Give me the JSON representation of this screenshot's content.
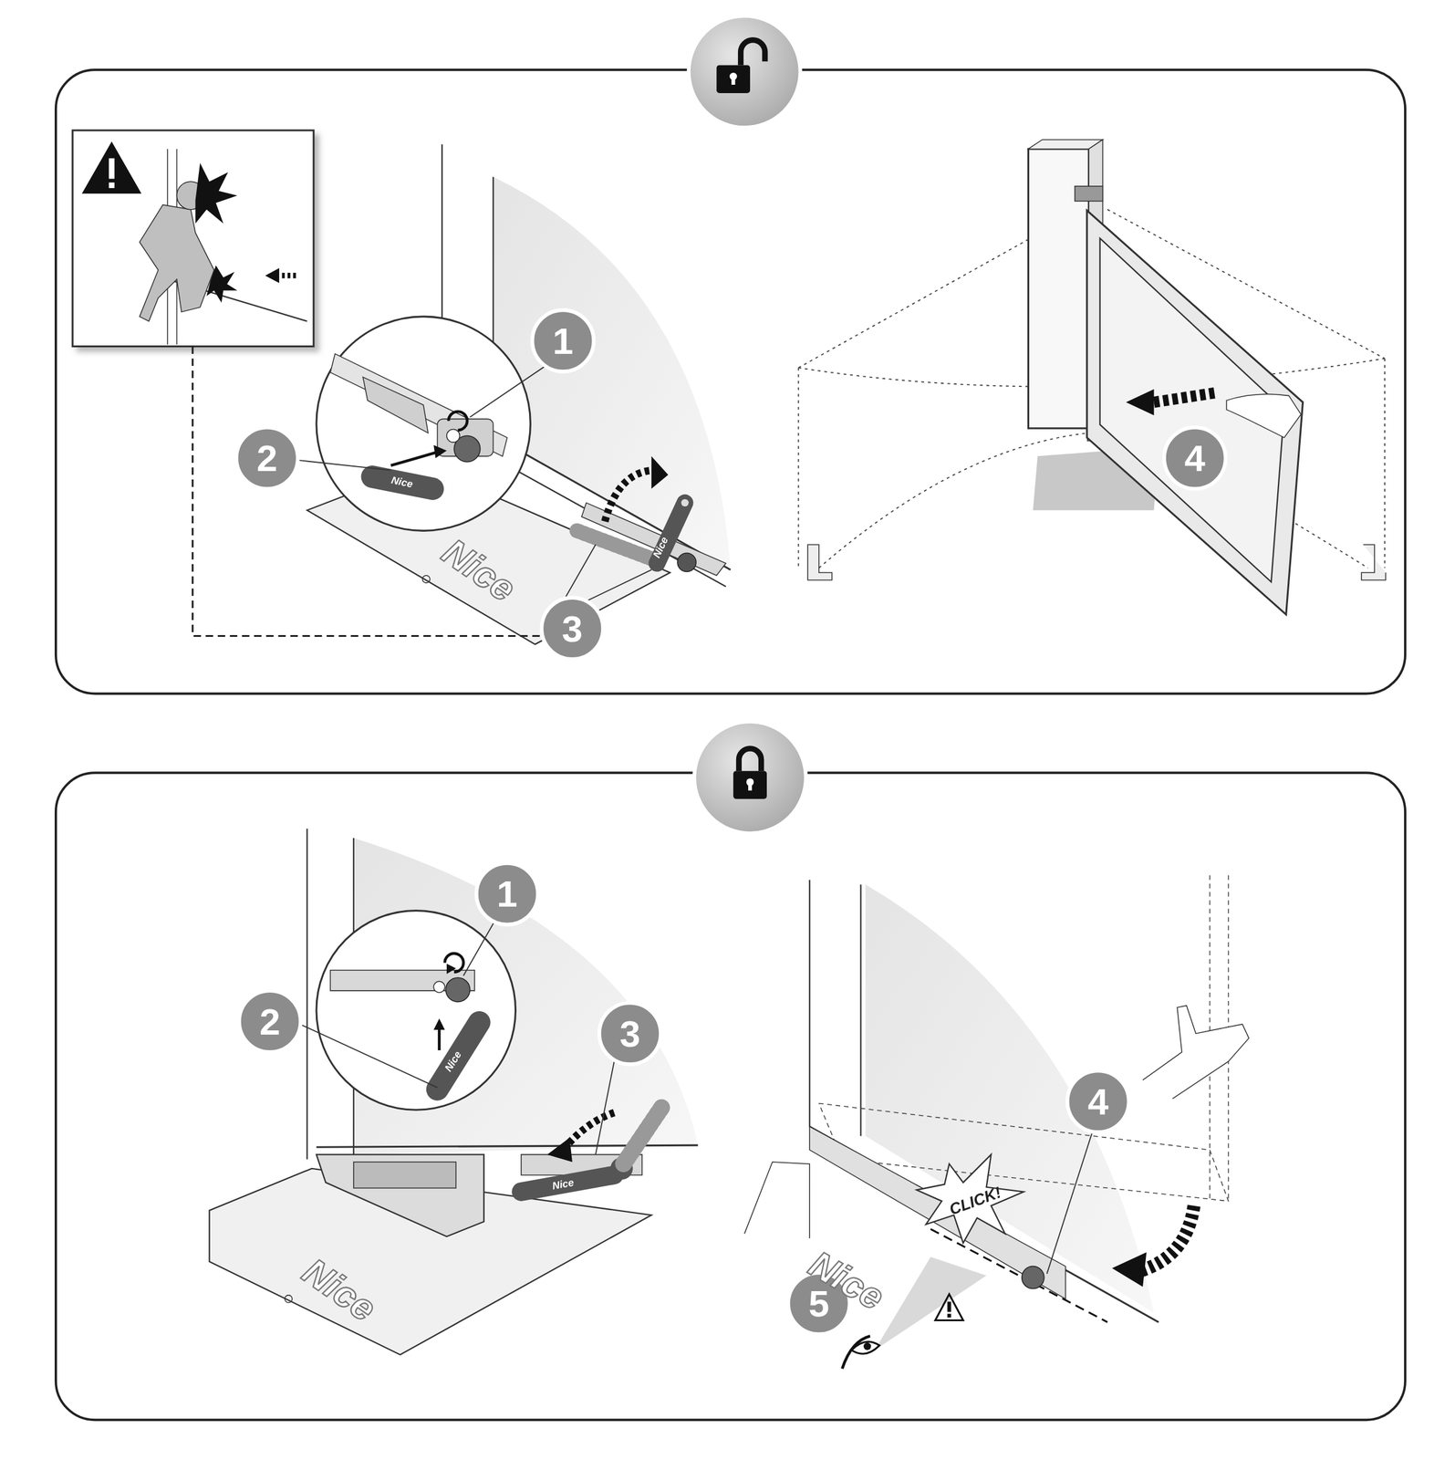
{
  "diagram": {
    "labels": [
      "1",
      "2",
      "3",
      "4",
      "Nice",
      "Nice",
      "Nice",
      "1",
      "2",
      "3",
      "4",
      "5",
      "CLICK!",
      "Nice",
      "Nice",
      "Nice",
      "Nice"
    ]
  }
}
